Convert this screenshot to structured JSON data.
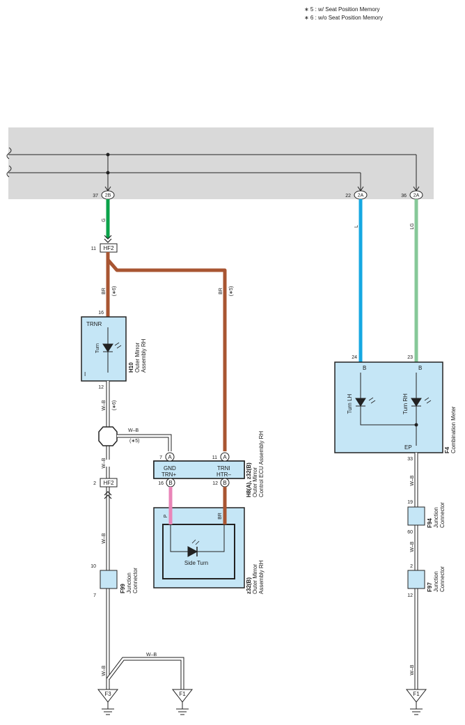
{
  "legend": [
    "∗ 5 : w/ Seat Position Memory",
    "∗ 6 : w/o Seat Position Memory"
  ],
  "colors": {
    "bus_bg": "#d9d9d9",
    "box_fill": "#c5e6f6",
    "green": "#0aa24a",
    "brown": "#a85532",
    "blue": "#16a8e2",
    "light_green": "#86c898",
    "pink": "#e985b8",
    "wb_wire": "#ffffff"
  },
  "top_pins": [
    {
      "pin": "37",
      "conn": "2B"
    },
    {
      "pin": "22",
      "conn": "2A"
    },
    {
      "pin": "36",
      "conn": "2A"
    }
  ],
  "wire_colors": {
    "g": "G",
    "l": "L",
    "lg": "LG",
    "br": "BR",
    "wb": "W–B",
    "p": "P"
  },
  "notes": {
    "n5": "(∗5)",
    "n6": "(∗6)"
  },
  "pins": {
    "p11": "11",
    "p16": "16",
    "p12": "12",
    "p2": "2",
    "p10": "10",
    "p7": "7",
    "p24": "24",
    "p23": "23",
    "p33": "33",
    "p19": "19",
    "p60": "60",
    "p2b": "2",
    "p12b": "12"
  },
  "inline_connectors": {
    "hf2_top": "HF2",
    "hf2_bottom": "HF2"
  },
  "components": {
    "h10": {
      "code": "H10",
      "name": "Outer Mirror",
      "name2": "Assembly RH",
      "terminal_top": "TRNR",
      "terminal_bottom": "I",
      "lamp": "Turn"
    },
    "h8": {
      "code": "H8(A), z32(B)",
      "name": "Outer Mirror",
      "name2": "Control ECU Assembly RH",
      "gnd": "GND",
      "trni": "TRNI",
      "trn_plus": "TRN+",
      "htr_minus": "HTR–",
      "pin7": "7",
      "pin7c": "A",
      "pin11": "11",
      "pin11c": "A",
      "pin16": "16",
      "pin16c": "B",
      "pin12": "12",
      "pin12c": "B"
    },
    "z32": {
      "code": "z32(B)",
      "name": "Outer Mirror",
      "name2": "Assembly RH",
      "lamp": "Side Turn"
    },
    "f4": {
      "code": "F4",
      "name": "Combination Meter",
      "b1": "B",
      "b2": "B",
      "turn_lh": "Turn LH",
      "turn_rh": "Turn RH",
      "ep": "EP"
    },
    "f99": {
      "code": "F99",
      "name": "Junction",
      "name2": "Connector"
    },
    "f94": {
      "code": "F94",
      "name": "Junction",
      "name2": "Connector"
    },
    "f97": {
      "code": "F97",
      "name": "Junction",
      "name2": "Connector"
    }
  },
  "grounds": {
    "f3": "F3",
    "f1a": "F1",
    "f1b": "F1"
  }
}
